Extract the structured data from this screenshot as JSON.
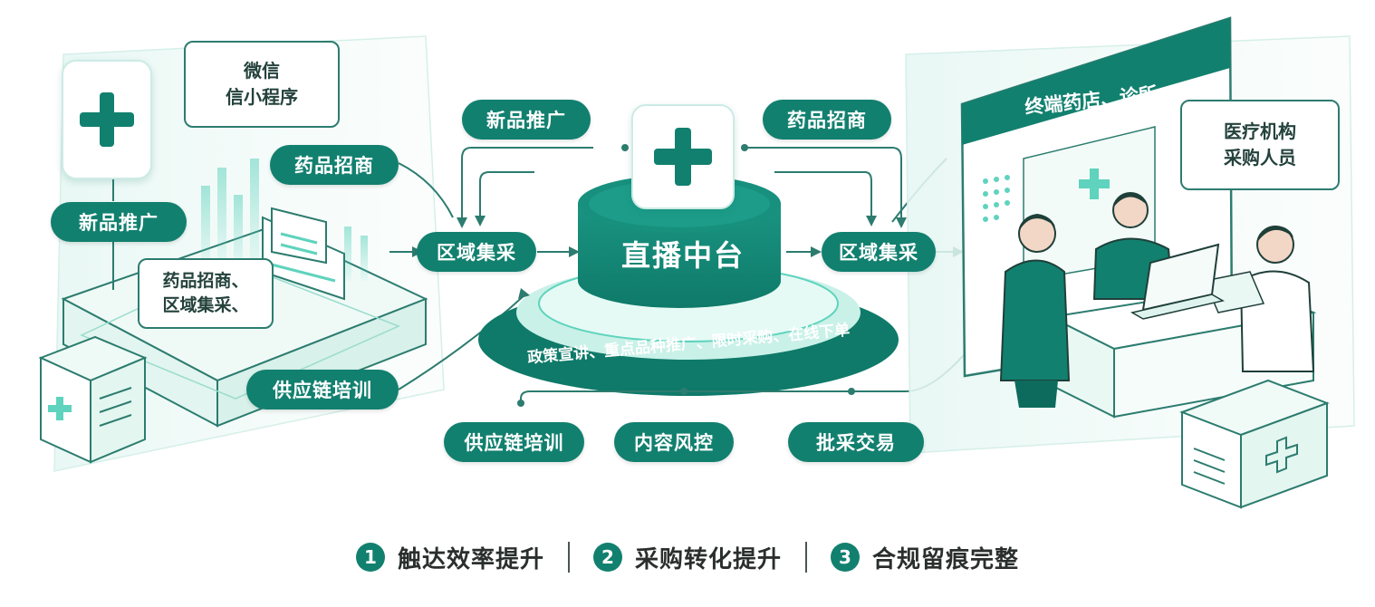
{
  "hub": {
    "title": "直播中台",
    "ring_text": "政策宣讲、重点品种推广、限时采购、在线下单"
  },
  "left": {
    "bubble_wechat": [
      "微信",
      "信小程序"
    ],
    "bubble_list": [
      "药品招商、",
      "区域集采、"
    ],
    "pill_drug_invest": "药品招商",
    "pill_new_product": "新品推广",
    "pill_supply_train": "供应链培训"
  },
  "center": {
    "pill_new_product": "新品推广",
    "pill_drug_invest": "药品招商",
    "pill_region_left": "区域集采",
    "pill_region_right": "区域集采",
    "pill_supply_train": "供应链培训",
    "pill_content_risk": "内容风控",
    "pill_bulk_trade": "批采交易"
  },
  "right": {
    "store_title": "终端药店、诊所、",
    "bubble_buyer": [
      "医疗机构",
      "采购人员"
    ]
  },
  "benefits": [
    {
      "num": "1",
      "label": "触达效率提升"
    },
    {
      "num": "2",
      "label": "采购转化提升"
    },
    {
      "num": "3",
      "label": "合规留痕完整"
    }
  ],
  "colors": {
    "primary": "#12806f",
    "primary_dark": "#0d6b5d",
    "mint": "#5fd3bd",
    "mint_light": "#c9f1e8",
    "outline": "#2c7c6f",
    "text_dark": "#2a2f2e"
  },
  "icons": [
    "plus-cross-icon",
    "speech-bubble-icon",
    "document-stack-icon",
    "medicine-box-icon",
    "bar-chart-icon",
    "laptop-icon"
  ]
}
